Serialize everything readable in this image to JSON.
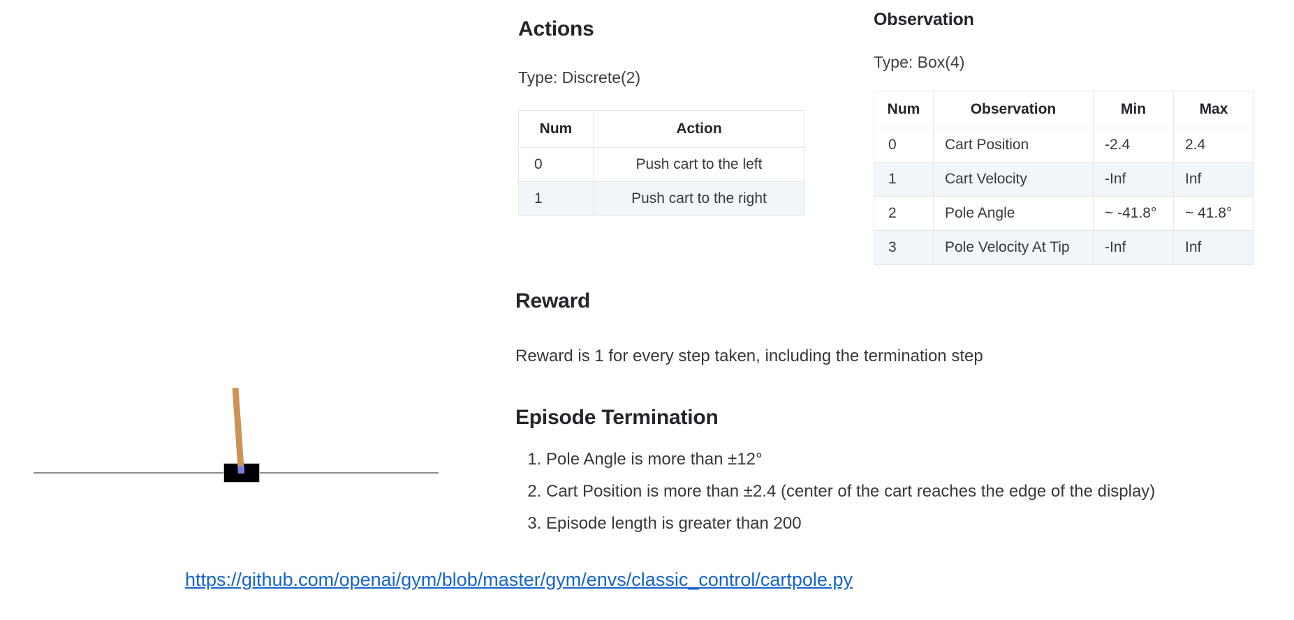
{
  "figure": {
    "name": "cartpole-simulation-render",
    "cart_color": "#000000",
    "pole_color": "#cd9258",
    "axle_color": "#7d7ce0",
    "track_color": "#8a8a8e"
  },
  "actions": {
    "heading": "Actions",
    "type_line": "Type: Discrete(2)",
    "table": {
      "headers": [
        "Num",
        "Action"
      ],
      "rows": [
        {
          "num": "0",
          "action": "Push cart to the left"
        },
        {
          "num": "1",
          "action": "Push cart to the right"
        }
      ]
    }
  },
  "observation": {
    "heading": "Observation",
    "type_line": "Type: Box(4)",
    "table": {
      "headers": [
        "Num",
        "Observation",
        "Min",
        "Max"
      ],
      "rows": [
        {
          "num": "0",
          "observation": "Cart Position",
          "min": "-2.4",
          "max": "2.4"
        },
        {
          "num": "1",
          "observation": "Cart Velocity",
          "min": "-Inf",
          "max": "Inf"
        },
        {
          "num": "2",
          "observation": "Pole Angle",
          "min": "~ -41.8°",
          "max": "~ 41.8°"
        },
        {
          "num": "3",
          "observation": "Pole Velocity At Tip",
          "min": "-Inf",
          "max": "Inf"
        }
      ]
    }
  },
  "reward": {
    "heading": "Reward",
    "text": "Reward is 1 for every step taken, including the termination step"
  },
  "termination": {
    "heading": "Episode Termination",
    "items": [
      "Pole Angle is more than ±12°",
      "Cart Position is more than ±2.4 (center of the cart reaches the edge of the display)",
      "Episode length is greater than 200"
    ]
  },
  "source": {
    "url_text": "https://github.com/openai/gym/blob/master/gym/envs/classic_control/cartpole.py",
    "color": "#1565c8"
  }
}
